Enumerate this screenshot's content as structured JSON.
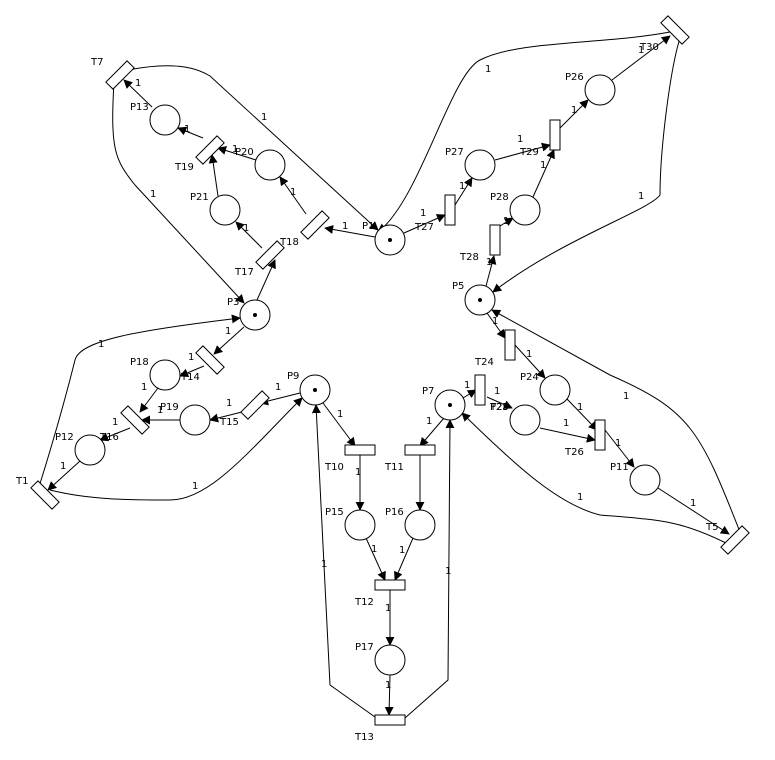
{
  "places": [
    {
      "id": "P1",
      "label": "P1",
      "tokens": 1
    },
    {
      "id": "P3",
      "label": "P3",
      "tokens": 1
    },
    {
      "id": "P5",
      "label": "P5",
      "tokens": 1
    },
    {
      "id": "P7",
      "label": "P7",
      "tokens": 1
    },
    {
      "id": "P9",
      "label": "P9",
      "tokens": 1
    },
    {
      "id": "P11",
      "label": "P11",
      "tokens": 0
    },
    {
      "id": "P12",
      "label": "P12",
      "tokens": 0
    },
    {
      "id": "P13",
      "label": "P13",
      "tokens": 0
    },
    {
      "id": "P15",
      "label": "P15",
      "tokens": 0
    },
    {
      "id": "P16",
      "label": "P16",
      "tokens": 0
    },
    {
      "id": "P17",
      "label": "P17",
      "tokens": 0
    },
    {
      "id": "P18",
      "label": "P18",
      "tokens": 0
    },
    {
      "id": "P19",
      "label": "P19",
      "tokens": 0
    },
    {
      "id": "P20",
      "label": "P20",
      "tokens": 0
    },
    {
      "id": "P21",
      "label": "P21",
      "tokens": 0
    },
    {
      "id": "P24",
      "label": "P24",
      "tokens": 0
    },
    {
      "id": "P25",
      "label": "P25",
      "tokens": 0
    },
    {
      "id": "P26",
      "label": "P26",
      "tokens": 0
    },
    {
      "id": "P27",
      "label": "P27",
      "tokens": 0
    },
    {
      "id": "P28",
      "label": "P28",
      "tokens": 0
    }
  ],
  "transitions": [
    {
      "id": "T1",
      "label": "T1"
    },
    {
      "id": "T5",
      "label": "T5"
    },
    {
      "id": "T7",
      "label": "T7"
    },
    {
      "id": "T10",
      "label": "T10"
    },
    {
      "id": "T11",
      "label": "T11"
    },
    {
      "id": "T12",
      "label": "T12"
    },
    {
      "id": "T13",
      "label": "T13"
    },
    {
      "id": "T14",
      "label": "T14"
    },
    {
      "id": "T15",
      "label": "T15"
    },
    {
      "id": "T16",
      "label": "T16"
    },
    {
      "id": "T17",
      "label": "T17"
    },
    {
      "id": "T18",
      "label": "T18"
    },
    {
      "id": "T19",
      "label": "T19"
    },
    {
      "id": "T24",
      "label": "T24"
    },
    {
      "id": "T25",
      "label": "T25"
    },
    {
      "id": "T26",
      "label": "T26"
    },
    {
      "id": "T27",
      "label": "T27"
    },
    {
      "id": "T28",
      "label": "T28"
    },
    {
      "id": "T29",
      "label": "T29"
    },
    {
      "id": "T30",
      "label": "T30"
    }
  ],
  "arcs": [
    {
      "from": "P3",
      "to": "T17",
      "weight": "1"
    },
    {
      "from": "T17",
      "to": "P21",
      "weight": "1"
    },
    {
      "from": "P21",
      "to": "T19",
      "weight": "1"
    },
    {
      "from": "T19",
      "to": "P13",
      "weight": "1"
    },
    {
      "from": "P13",
      "to": "T7",
      "weight": "1"
    },
    {
      "from": "T7",
      "to": "P1",
      "weight": "1"
    },
    {
      "from": "P1",
      "to": "T18",
      "weight": "1"
    },
    {
      "from": "T18",
      "to": "P20",
      "weight": "1"
    },
    {
      "from": "P20",
      "to": "T19",
      "weight": "1"
    },
    {
      "from": "T7",
      "to": "P3",
      "weight": "1"
    },
    {
      "from": "P1",
      "to": "T27",
      "weight": "1"
    },
    {
      "from": "T27",
      "to": "P27",
      "weight": "1"
    },
    {
      "from": "P27",
      "to": "T29",
      "weight": "1"
    },
    {
      "from": "T29",
      "to": "P26",
      "weight": "1"
    },
    {
      "from": "P26",
      "to": "T30",
      "weight": "1"
    },
    {
      "from": "T30",
      "to": "P1",
      "weight": "1"
    },
    {
      "from": "T30",
      "to": "P5",
      "weight": "1"
    },
    {
      "from": "P5",
      "to": "T28",
      "weight": "1"
    },
    {
      "from": "T28",
      "to": "P28",
      "weight": "1"
    },
    {
      "from": "P28",
      "to": "T29",
      "weight": "1"
    },
    {
      "from": "P5",
      "to": "T24",
      "weight": "1"
    },
    {
      "from": "T24",
      "to": "P24",
      "weight": "1"
    },
    {
      "from": "P24",
      "to": "T26",
      "weight": "1"
    },
    {
      "from": "T26",
      "to": "P11",
      "weight": "1"
    },
    {
      "from": "P11",
      "to": "T5",
      "weight": "1"
    },
    {
      "from": "T5",
      "to": "P5",
      "weight": "1"
    },
    {
      "from": "T5",
      "to": "P7",
      "weight": "1"
    },
    {
      "from": "P7",
      "to": "T25",
      "weight": "1"
    },
    {
      "from": "T25",
      "to": "P25",
      "weight": "1"
    },
    {
      "from": "P25",
      "to": "T26",
      "weight": "1"
    },
    {
      "from": "P7",
      "to": "T11",
      "weight": "1"
    },
    {
      "from": "T11",
      "to": "P16",
      "weight": "1"
    },
    {
      "from": "P16",
      "to": "T12",
      "weight": "1"
    },
    {
      "from": "T12",
      "to": "P17",
      "weight": "1"
    },
    {
      "from": "P17",
      "to": "T13",
      "weight": "1"
    },
    {
      "from": "T13",
      "to": "P7",
      "weight": "1"
    },
    {
      "from": "T13",
      "to": "P9",
      "weight": "1"
    },
    {
      "from": "P9",
      "to": "T10",
      "weight": "1"
    },
    {
      "from": "T10",
      "to": "P15",
      "weight": "1"
    },
    {
      "from": "P15",
      "to": "T12",
      "weight": "1"
    },
    {
      "from": "P9",
      "to": "T15",
      "weight": "1"
    },
    {
      "from": "T15",
      "to": "P19",
      "weight": "1"
    },
    {
      "from": "P19",
      "to": "T16",
      "weight": "1"
    },
    {
      "from": "T16",
      "to": "P12",
      "weight": "1"
    },
    {
      "from": "P12",
      "to": "T1",
      "weight": "1"
    },
    {
      "from": "T1",
      "to": "P9",
      "weight": "1"
    },
    {
      "from": "T1",
      "to": "P3",
      "weight": "1"
    },
    {
      "from": "P3",
      "to": "T14",
      "weight": "1"
    },
    {
      "from": "T14",
      "to": "P18",
      "weight": "1"
    },
    {
      "from": "P18",
      "to": "T16",
      "weight": "1"
    }
  ]
}
